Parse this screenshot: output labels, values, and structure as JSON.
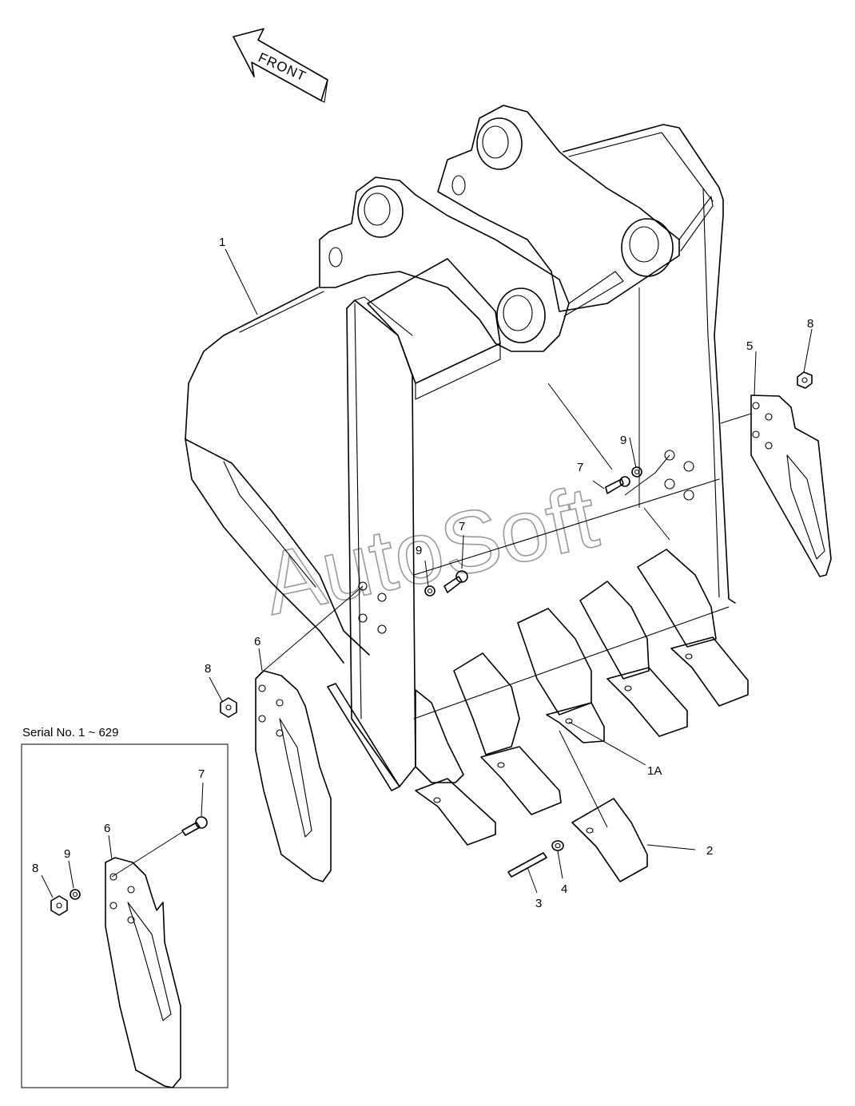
{
  "diagram": {
    "front_label": "FRONT",
    "watermark": "AutoSoft",
    "inset": {
      "title": "Serial No. 1 ~ 629",
      "callouts": [
        "7",
        "6",
        "9",
        "8"
      ]
    },
    "callouts": [
      "1",
      "1A",
      "2",
      "3",
      "4",
      "5",
      "6",
      "7",
      "7",
      "8",
      "8",
      "9",
      "9"
    ],
    "colors": {
      "line": "#000000",
      "background": "#ffffff",
      "watermark": "#9a9a9a"
    }
  }
}
